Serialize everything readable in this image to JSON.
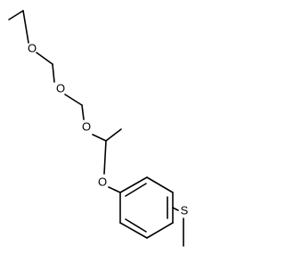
{
  "atoms": {
    "o1": "O",
    "o2": "O",
    "o3": "O",
    "o4": "O",
    "s1": "S"
  },
  "colors": {
    "bond": "#000000",
    "label": "#000000",
    "background": "#ffffff"
  }
}
